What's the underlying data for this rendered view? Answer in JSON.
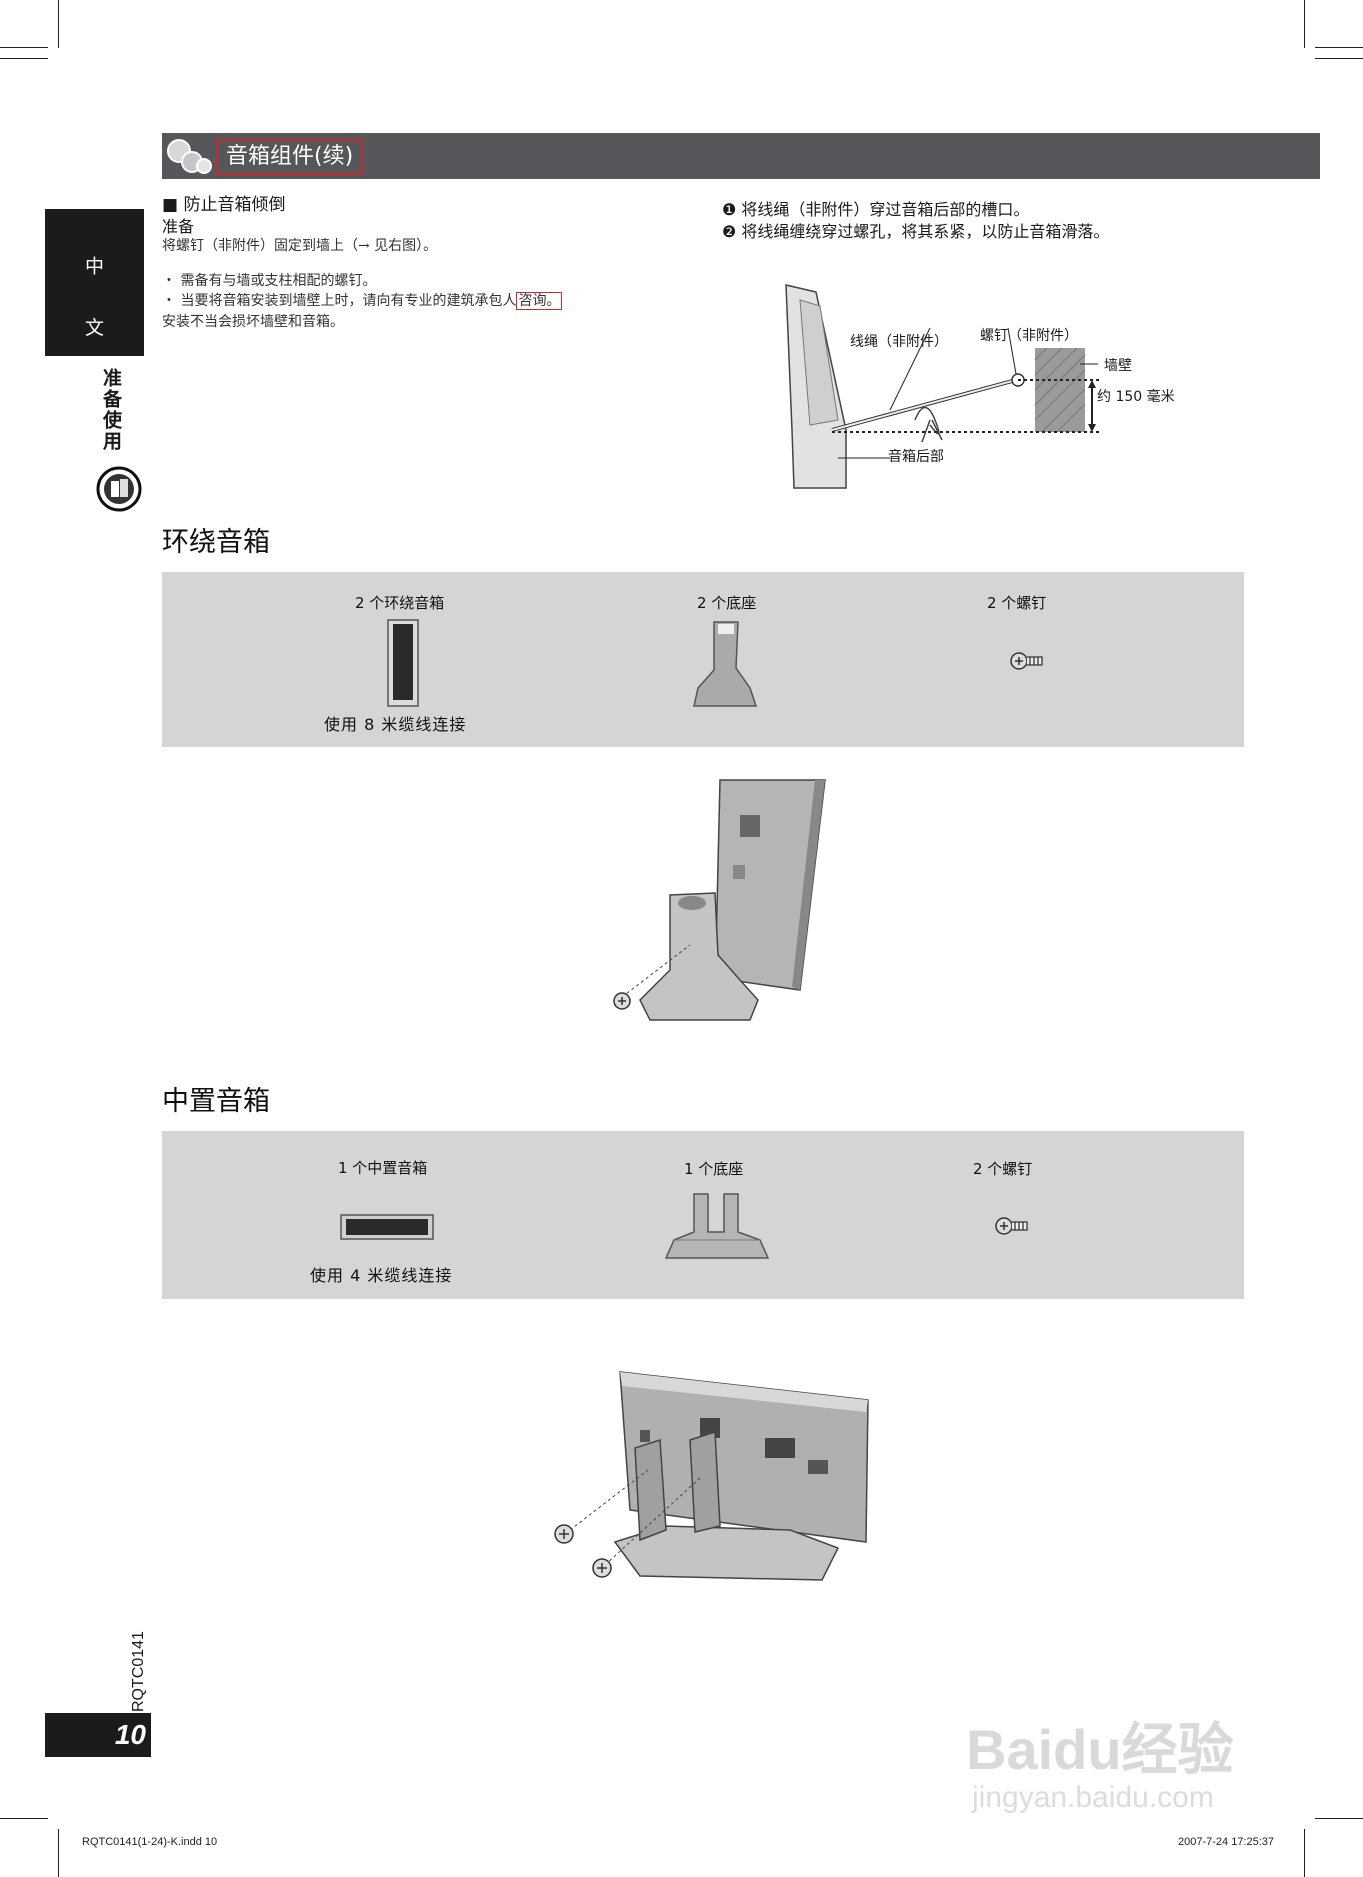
{
  "header": {
    "title": "音箱组件(续)",
    "icon": "speaker-balls-icon"
  },
  "sidebar": {
    "language": "中 文",
    "section": "准备使用",
    "icon": "setup-icon"
  },
  "prevent": {
    "heading": "■  防止音箱倾倒",
    "prep_label": "准备",
    "prep_text": "将螺钉（非附件）固定到墙上（→ 见右图）。",
    "bullet1": "・ 需备有与墙或支柱相配的螺钉。",
    "bullet2_a": "・ 当要将音箱安装到墙壁上时，请向有专业的建筑承包人",
    "bullet2_b": "咨询。",
    "bullet2_c": "安装不当会损坏墙壁和音箱。"
  },
  "steps": {
    "step1": "❶ 将线绳（非附件）穿过音箱后部的槽口。",
    "step2": "❷ 将线绳缠绕穿过螺孔，将其系紧，以防止音箱滑落。"
  },
  "wall_diagram": {
    "cord": "线绳（非附件）",
    "screw": "螺钉（非附件）",
    "wall": "墙壁",
    "distance": "约 150 毫米",
    "rear": "音箱后部"
  },
  "surround": {
    "title": "环绕音箱",
    "item1": "2 个环绕音箱",
    "item2": "2 个底座",
    "item3": "2 个螺钉",
    "note": "使用  8  米缆线连接"
  },
  "center": {
    "title": "中置音箱",
    "item1": "1 个中置音箱",
    "item2": "1 个底座",
    "item3": "2 个螺钉",
    "note": "使用  4  米缆线连接"
  },
  "page": {
    "number": "10",
    "code": "RQTC0141"
  },
  "footer": {
    "left": "RQTC0141(1-24)-K.indd   10",
    "right": "2007-7-24   17:25:37"
  },
  "watermark": {
    "brand": "Baidu经验",
    "url": "jingyan.baidu.com"
  },
  "colors": {
    "header_bar": "#56575a",
    "highlight": "#c8282a",
    "panel": "#d4d5d7",
    "side_tab": "#1b1b1b"
  }
}
